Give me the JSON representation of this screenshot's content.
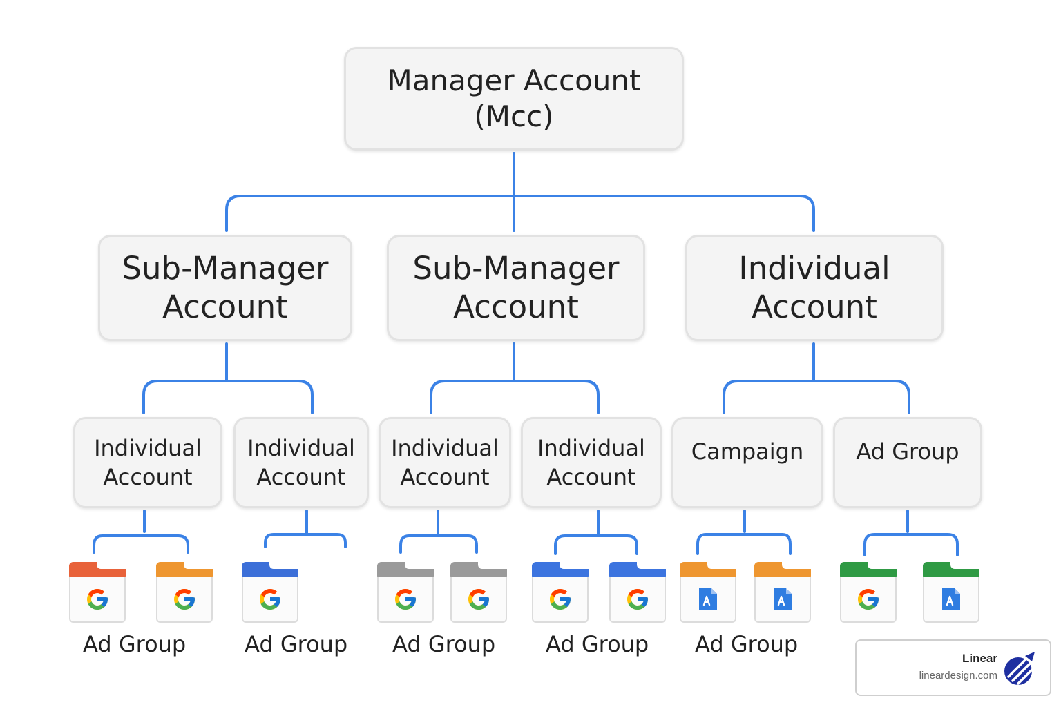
{
  "diagram": {
    "root": "Manager Account\n(Mcc)",
    "level2": [
      "Sub-Manager\nAccount",
      "Sub-Manager\nAccount",
      "Individual\nAccount"
    ],
    "level3": [
      "Individual\nAccount",
      "Individual\nAccount",
      "Individual\nAccount",
      "Individual\nAccount",
      "Campaign",
      "Ad Group"
    ],
    "captions": [
      "Ad Group",
      "Ad Group",
      "Ad Group",
      "Ad Group",
      "Ad Group"
    ],
    "folders": [
      {
        "color": "#e8623a",
        "icon": "google-g-icon"
      },
      {
        "color": "#ee9630",
        "icon": "google-g-icon"
      },
      {
        "color": "#3c6fd8",
        "icon": "google-g-icon"
      },
      {
        "color": "#9a9a9a",
        "icon": "google-g-icon"
      },
      {
        "color": "#9a9a9a",
        "icon": "google-g-icon"
      },
      {
        "color": "#3c74df",
        "icon": "google-g-icon"
      },
      {
        "color": "#3c74df",
        "icon": "google-g-icon"
      },
      {
        "color": "#ee9630",
        "icon": "blue-document-icon"
      },
      {
        "color": "#ee9630",
        "icon": "blue-document-icon"
      },
      {
        "color": "#2f9a44",
        "icon": "google-g-icon"
      },
      {
        "color": "#2f9a44",
        "icon": "blue-document-icon"
      }
    ],
    "connector_color": "#3b82e6"
  },
  "watermark": {
    "name": "Linear",
    "url": "lineardesign.com",
    "accent": "#1e2fa0"
  }
}
